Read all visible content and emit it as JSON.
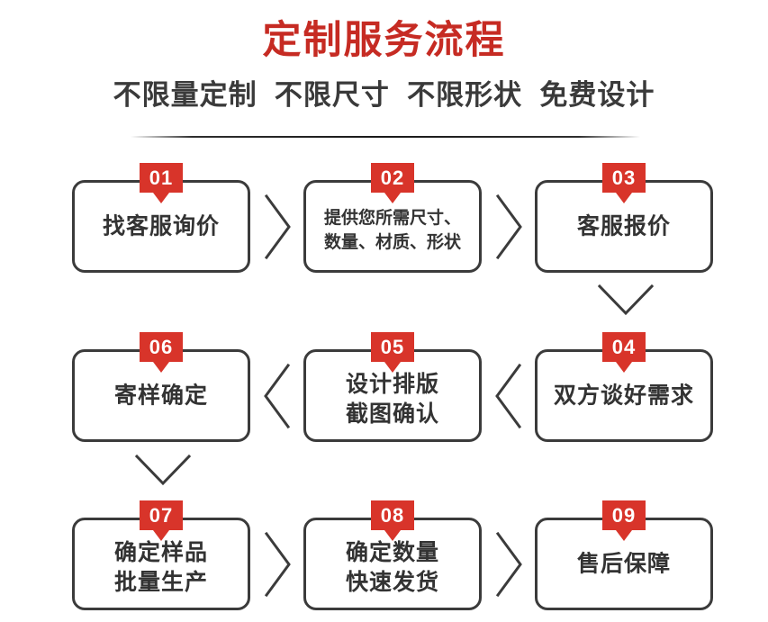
{
  "header": {
    "title": "定制服务流程",
    "subtitle": "不限量定制  不限尺寸  不限形状  免费设计"
  },
  "colors": {
    "title_red": "#c62b23",
    "badge_red": "#d8342a",
    "box_border": "#3b3b3b",
    "text_gray": "#333333",
    "background": "#ffffff"
  },
  "steps": [
    {
      "number": "01",
      "label": "找客服询价"
    },
    {
      "number": "02",
      "label": "提供您所需尺寸、\n数量、材质、形状"
    },
    {
      "number": "03",
      "label": "客服报价"
    },
    {
      "number": "04",
      "label": "双方谈好需求"
    },
    {
      "number": "05",
      "label": "设计排版\n截图确认"
    },
    {
      "number": "06",
      "label": "寄样确定"
    },
    {
      "number": "07",
      "label": "确定样品\n批量生产"
    },
    {
      "number": "08",
      "label": "确定数量\n快速发货"
    },
    {
      "number": "09",
      "label": "售后保障"
    }
  ],
  "connectors": [
    {
      "name": "connector-01-to-02",
      "direction": "right"
    },
    {
      "name": "connector-02-to-03",
      "direction": "right"
    },
    {
      "name": "connector-03-to-04",
      "direction": "down"
    },
    {
      "name": "connector-04-to-05",
      "direction": "left"
    },
    {
      "name": "connector-05-to-06",
      "direction": "left"
    },
    {
      "name": "connector-06-to-07",
      "direction": "down"
    },
    {
      "name": "connector-07-to-08",
      "direction": "right"
    },
    {
      "name": "connector-08-to-09",
      "direction": "right"
    }
  ]
}
